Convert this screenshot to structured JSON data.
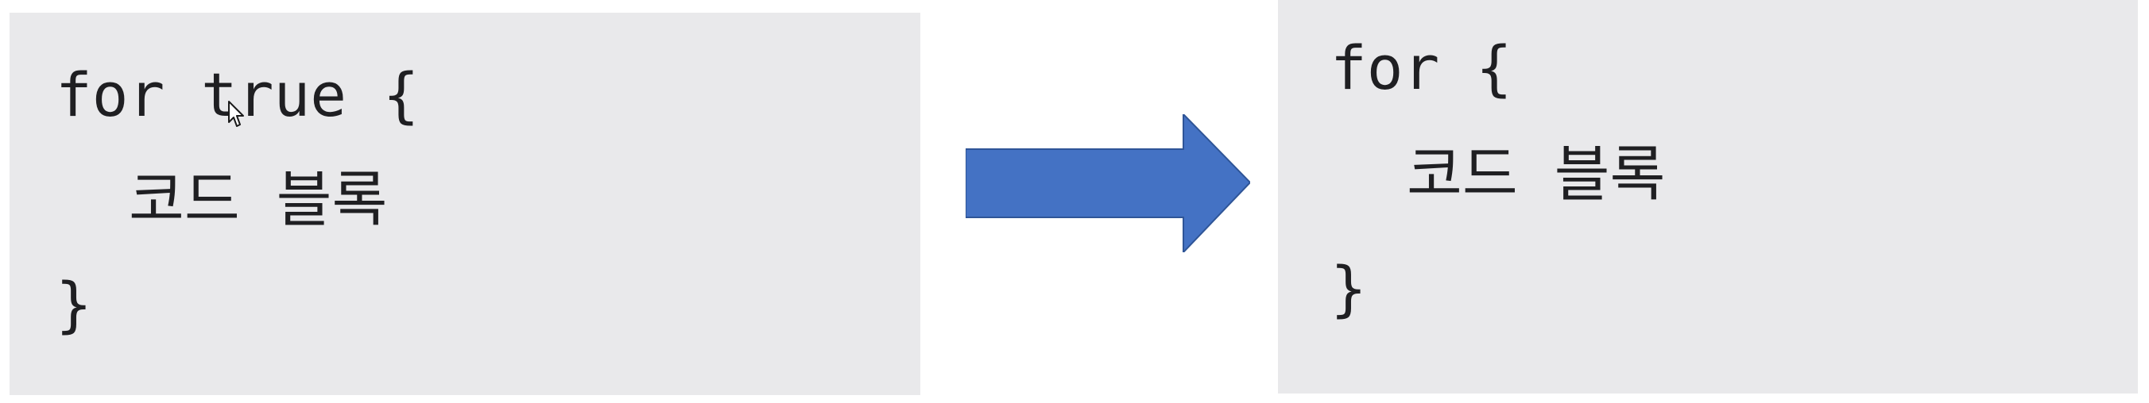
{
  "left_panel": {
    "lines": [
      "for true {",
      "코드 블록",
      "}"
    ]
  },
  "right_panel": {
    "lines": [
      "for {",
      "코드 블록",
      "}"
    ]
  },
  "arrow": {
    "direction": "right",
    "color": "#4472c4"
  },
  "colors": {
    "panel_background": "#e9e9eb",
    "code_text": "#1f1f22",
    "page_background": "#ffffff"
  },
  "icons": {
    "cursor": "mouse-pointer-icon"
  }
}
